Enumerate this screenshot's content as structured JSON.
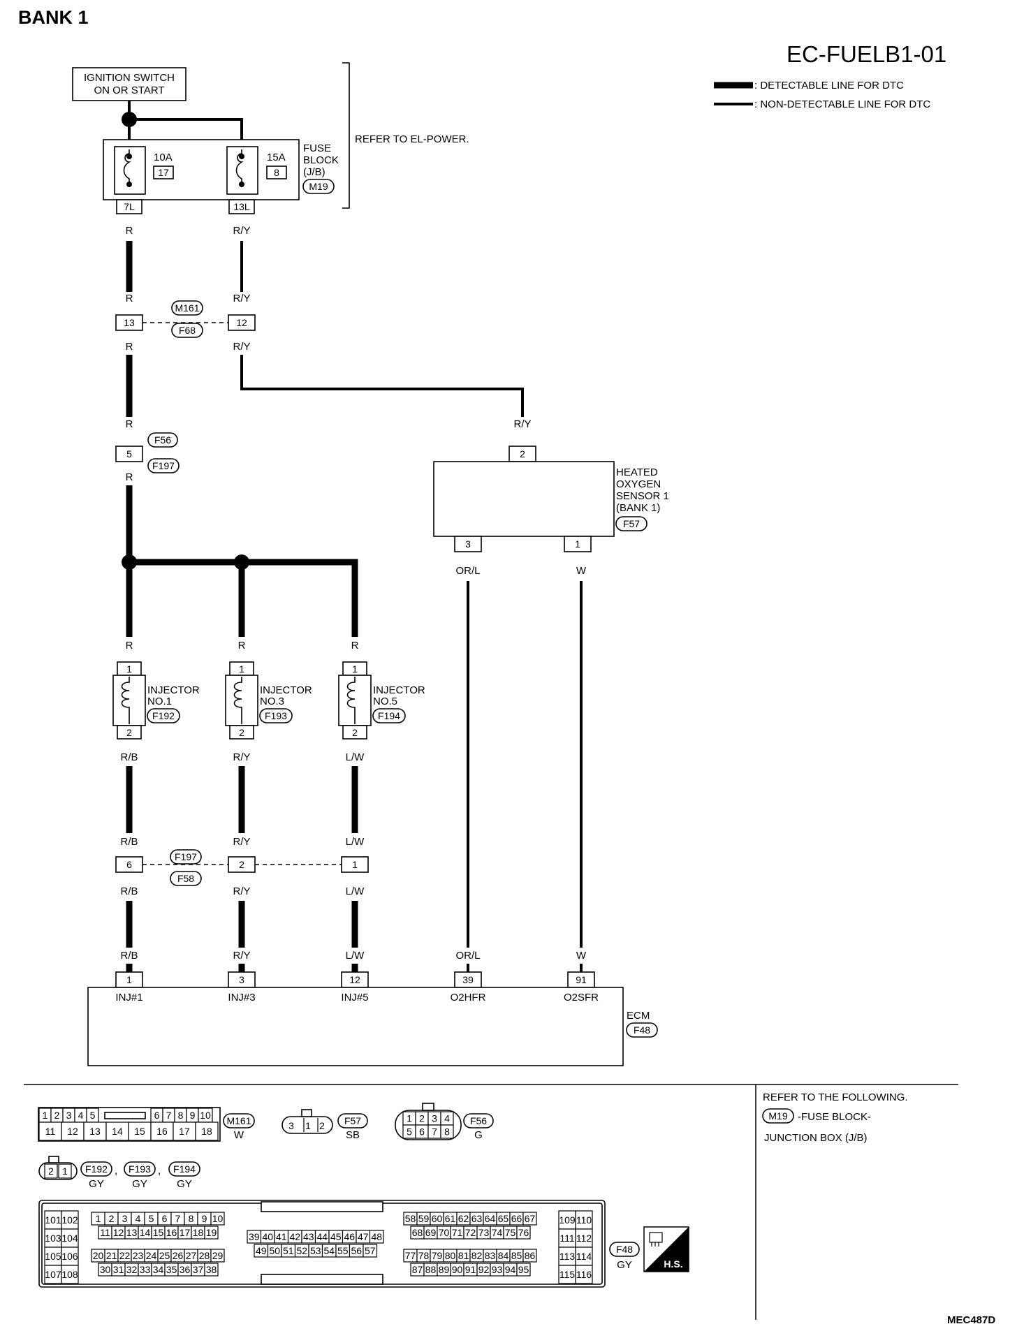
{
  "header": {
    "bank": "BANK 1",
    "diagram_id": "EC-FUELB1-01",
    "legend_detectable": ": DETECTABLE LINE FOR DTC",
    "legend_non_detectable": ": NON-DETECTABLE LINE FOR DTC"
  },
  "ignition": {
    "line1": "IGNITION SWITCH",
    "line2": "ON OR START"
  },
  "refer_power": "REFER TO EL-POWER.",
  "fuse_block": {
    "line1": "FUSE",
    "line2": "BLOCK",
    "line3": "(J/B)",
    "connector": "M19",
    "fuse_a_amp": "10A",
    "fuse_a_num": "17",
    "fuse_b_amp": "15A",
    "fuse_b_num": "8",
    "term_a": "7L",
    "term_b": "13L"
  },
  "wires": {
    "r": "R",
    "ry": "R/Y",
    "rb": "R/B",
    "lw": "L/W",
    "orl": "OR/L",
    "w": "W"
  },
  "connectors": {
    "m161": "M161",
    "f68": "F68",
    "f56": "F56",
    "f197": "F197",
    "f58": "F58",
    "f57": "F57",
    "f48": "F48",
    "m19": "M19",
    "f192": "F192",
    "f193": "F193",
    "f194": "F194"
  },
  "pins": {
    "j13": "13",
    "j12": "12",
    "j5": "5",
    "j2": "2",
    "j3": "3",
    "j1": "1",
    "p6": "6",
    "p1": "1",
    "p2": "2",
    "p12": "12",
    "p39": "39",
    "p91": "91"
  },
  "sensor": {
    "line1": "HEATED",
    "line2": "OXYGEN",
    "line3": "SENSOR 1",
    "line4": "(BANK 1)"
  },
  "injectors": [
    {
      "line1": "INJECTOR",
      "line2": "NO.1",
      "conn": "F192"
    },
    {
      "line1": "INJECTOR",
      "line2": "NO.3",
      "conn": "F193"
    },
    {
      "line1": "INJECTOR",
      "line2": "NO.5",
      "conn": "F194"
    }
  ],
  "ecm": {
    "label": "ECM",
    "conn": "F48",
    "term1": "INJ#1",
    "term2": "INJ#3",
    "term3": "INJ#5",
    "term4": "O2HFR",
    "term5": "O2SFR"
  },
  "refer": {
    "title": "REFER TO THE FOLLOWING.",
    "conn": "M19",
    "line1": "-FUSE BLOCK-",
    "line2": "JUNCTION BOX (J/B)"
  },
  "connector_views": {
    "m161_row1": [
      "1",
      "2",
      "3",
      "4",
      "5",
      "6",
      "7",
      "8",
      "9",
      "10"
    ],
    "m161_row2": [
      "11",
      "12",
      "13",
      "14",
      "15",
      "16",
      "17",
      "18"
    ],
    "m161_color": "W",
    "f57_pins": [
      "3",
      "1",
      "2"
    ],
    "f57_color": "SB",
    "f56_row1": [
      "1",
      "2",
      "3",
      "4"
    ],
    "f56_row2": [
      "5",
      "6",
      "7",
      "8"
    ],
    "f56_color": "G",
    "inj_pins": [
      "2",
      "1"
    ],
    "inj_color": "GY",
    "comma": ",",
    "f48_color": "GY",
    "hs_label": "H.S.",
    "ecm_left": [
      "101",
      "102",
      "103",
      "104",
      "105",
      "106",
      "107",
      "108"
    ],
    "ecm_g1_r1": [
      "1",
      "2",
      "3",
      "4",
      "5",
      "6",
      "7",
      "8",
      "9",
      "10"
    ],
    "ecm_g1_r2": [
      "11",
      "12",
      "13",
      "14",
      "15",
      "16",
      "17",
      "18",
      "19"
    ],
    "ecm_g1_r3": [
      "20",
      "21",
      "22",
      "23",
      "24",
      "25",
      "26",
      "27",
      "28",
      "29"
    ],
    "ecm_g1_r4": [
      "30",
      "31",
      "32",
      "33",
      "34",
      "35",
      "36",
      "37",
      "38"
    ],
    "ecm_g2_r1": [
      "39",
      "40",
      "41",
      "42",
      "43",
      "44",
      "45",
      "46",
      "47",
      "48"
    ],
    "ecm_g2_r2": [
      "49",
      "50",
      "51",
      "52",
      "53",
      "54",
      "55",
      "56",
      "57"
    ],
    "ecm_g3_r1": [
      "58",
      "59",
      "60",
      "61",
      "62",
      "63",
      "64",
      "65",
      "66",
      "67"
    ],
    "ecm_g3_r2": [
      "68",
      "69",
      "70",
      "71",
      "72",
      "73",
      "74",
      "75",
      "76"
    ],
    "ecm_g3_r3": [
      "77",
      "78",
      "79",
      "80",
      "81",
      "82",
      "83",
      "84",
      "85",
      "86"
    ],
    "ecm_g3_r4": [
      "87",
      "88",
      "89",
      "90",
      "91",
      "92",
      "93",
      "94",
      "95"
    ],
    "ecm_right": [
      "109",
      "110",
      "111",
      "112",
      "113",
      "114",
      "115",
      "116"
    ]
  },
  "footer_code": "MEC487D"
}
